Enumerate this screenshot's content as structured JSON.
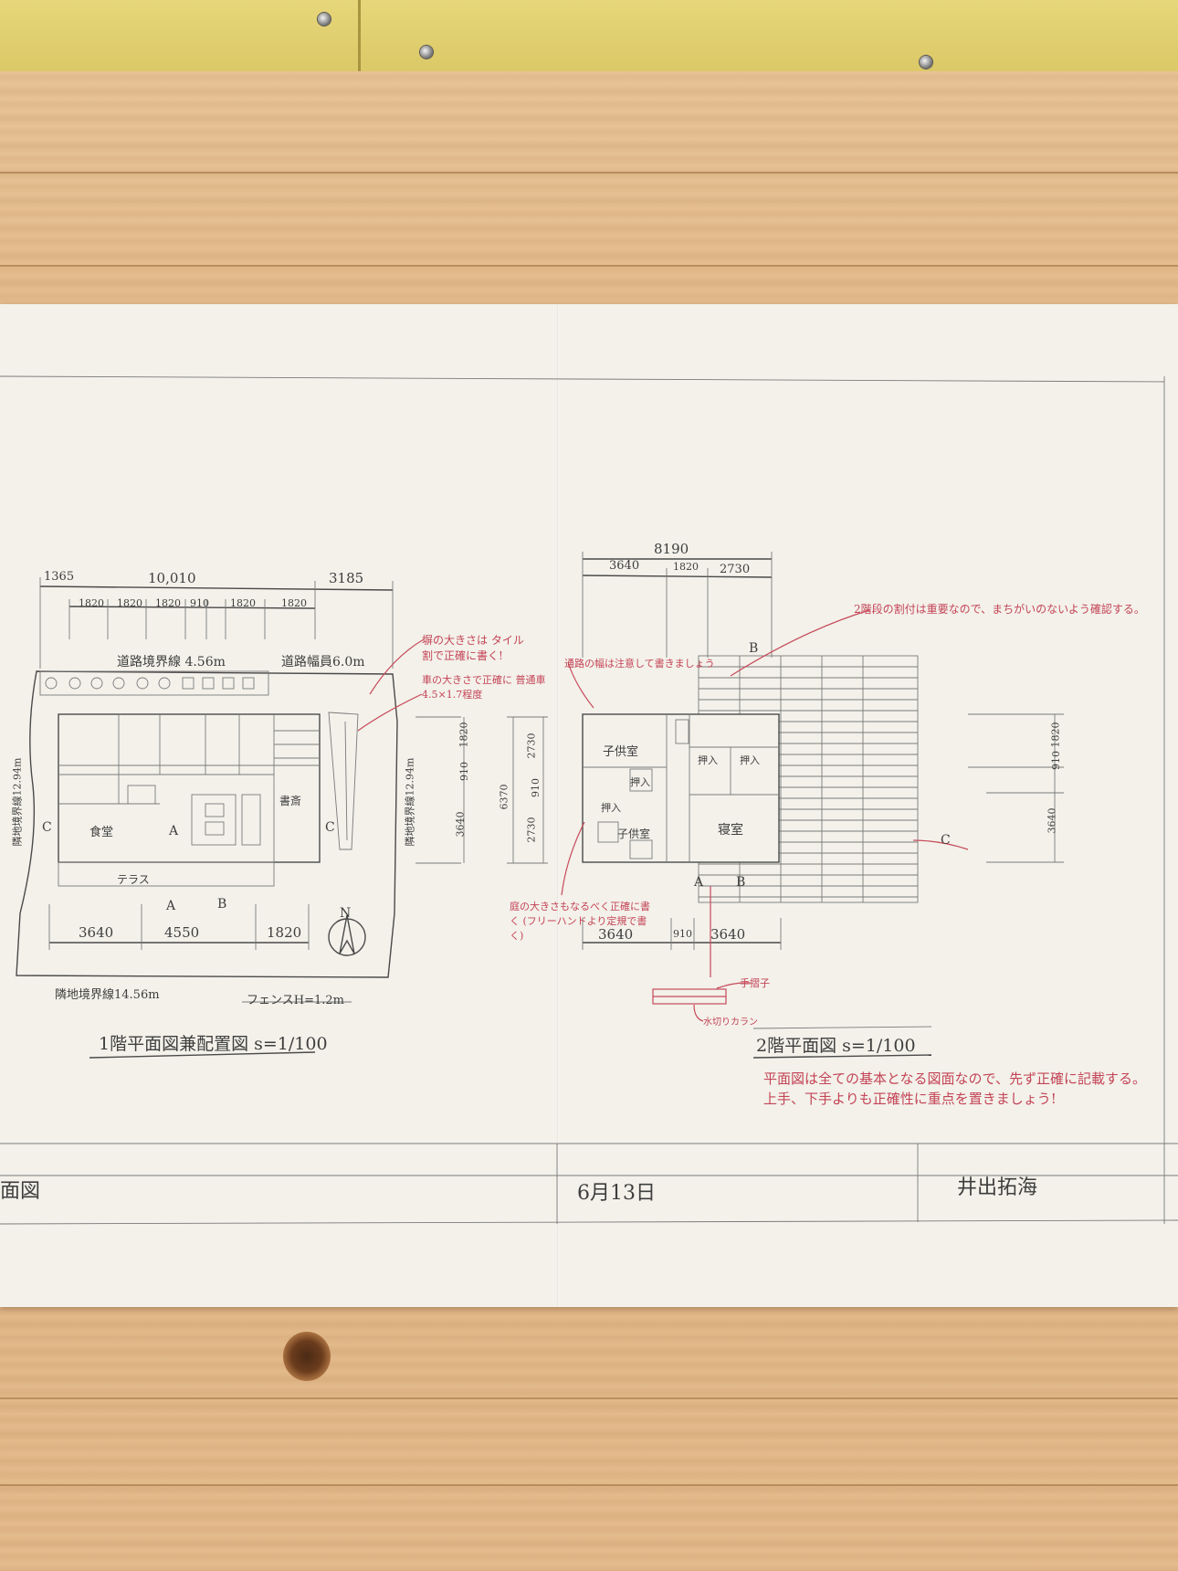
{
  "plan1": {
    "dims_top": [
      "1365",
      "10,010",
      "3185"
    ],
    "dims_grid": [
      "1820",
      "1820",
      "1820",
      "910",
      "1820",
      "1820"
    ],
    "road_line": "道路境界線 4.56m",
    "road_width": "道路幅員6.0m",
    "neighbor_left": "隣地境界線12.94m",
    "neighbor_right": "隣地境界線12.94m",
    "neighbor_bottom": "隣地境界線14.56m",
    "fence": "フェンスH=1.2m",
    "terrace": "テラス",
    "dining": "食堂",
    "study": "書斎",
    "dims_bottom": [
      "3640",
      "4550",
      "1820"
    ],
    "title": "1階平面図兼配置図 s=1/100",
    "north": "N",
    "markers": [
      "A",
      "A",
      "B",
      "C",
      "C"
    ]
  },
  "plan2": {
    "dims_top": [
      "8190",
      "3640",
      "1820",
      "2730"
    ],
    "dims_left": [
      "6370",
      "2730",
      "910",
      "2730"
    ],
    "dims_mid": [
      "1820",
      "910",
      "3640"
    ],
    "dims_right": [
      "1820",
      "910",
      "3640"
    ],
    "kids1": "子供室",
    "kids2": "子供室",
    "bedroom": "寝室",
    "storage_labels": [
      "押入",
      "押入",
      "押入",
      "押入"
    ],
    "dims_bottom": [
      "3640",
      "910",
      "3640"
    ],
    "title": "2階平面図 s=1/100",
    "markers": [
      "B",
      "A",
      "B",
      "C"
    ]
  },
  "notes": {
    "stairs": "2階段の割付は重要なので、まちがいのないよう確認する。",
    "wall_size": "塀の大きさは タイル割で正確に書く!",
    "car_size": "車の大きさで正確に 普通車4.5×1.7程度",
    "partition": "通路の幅は注意して書きましょう",
    "yard": "庭の大きさもなるべく正確に書く (フリーハンドより定規で書く)",
    "railing": "手摺子",
    "planter": "水切りカラン",
    "bottom_1": "平面図は全ての基本となる図面なので、先ず正確に記載する。",
    "bottom_2": "上手、下手よりも正確性に重点を置きましょう!"
  },
  "title_block": {
    "drawing_name": "面図",
    "date": "6月13日",
    "name": "井出拓海"
  }
}
